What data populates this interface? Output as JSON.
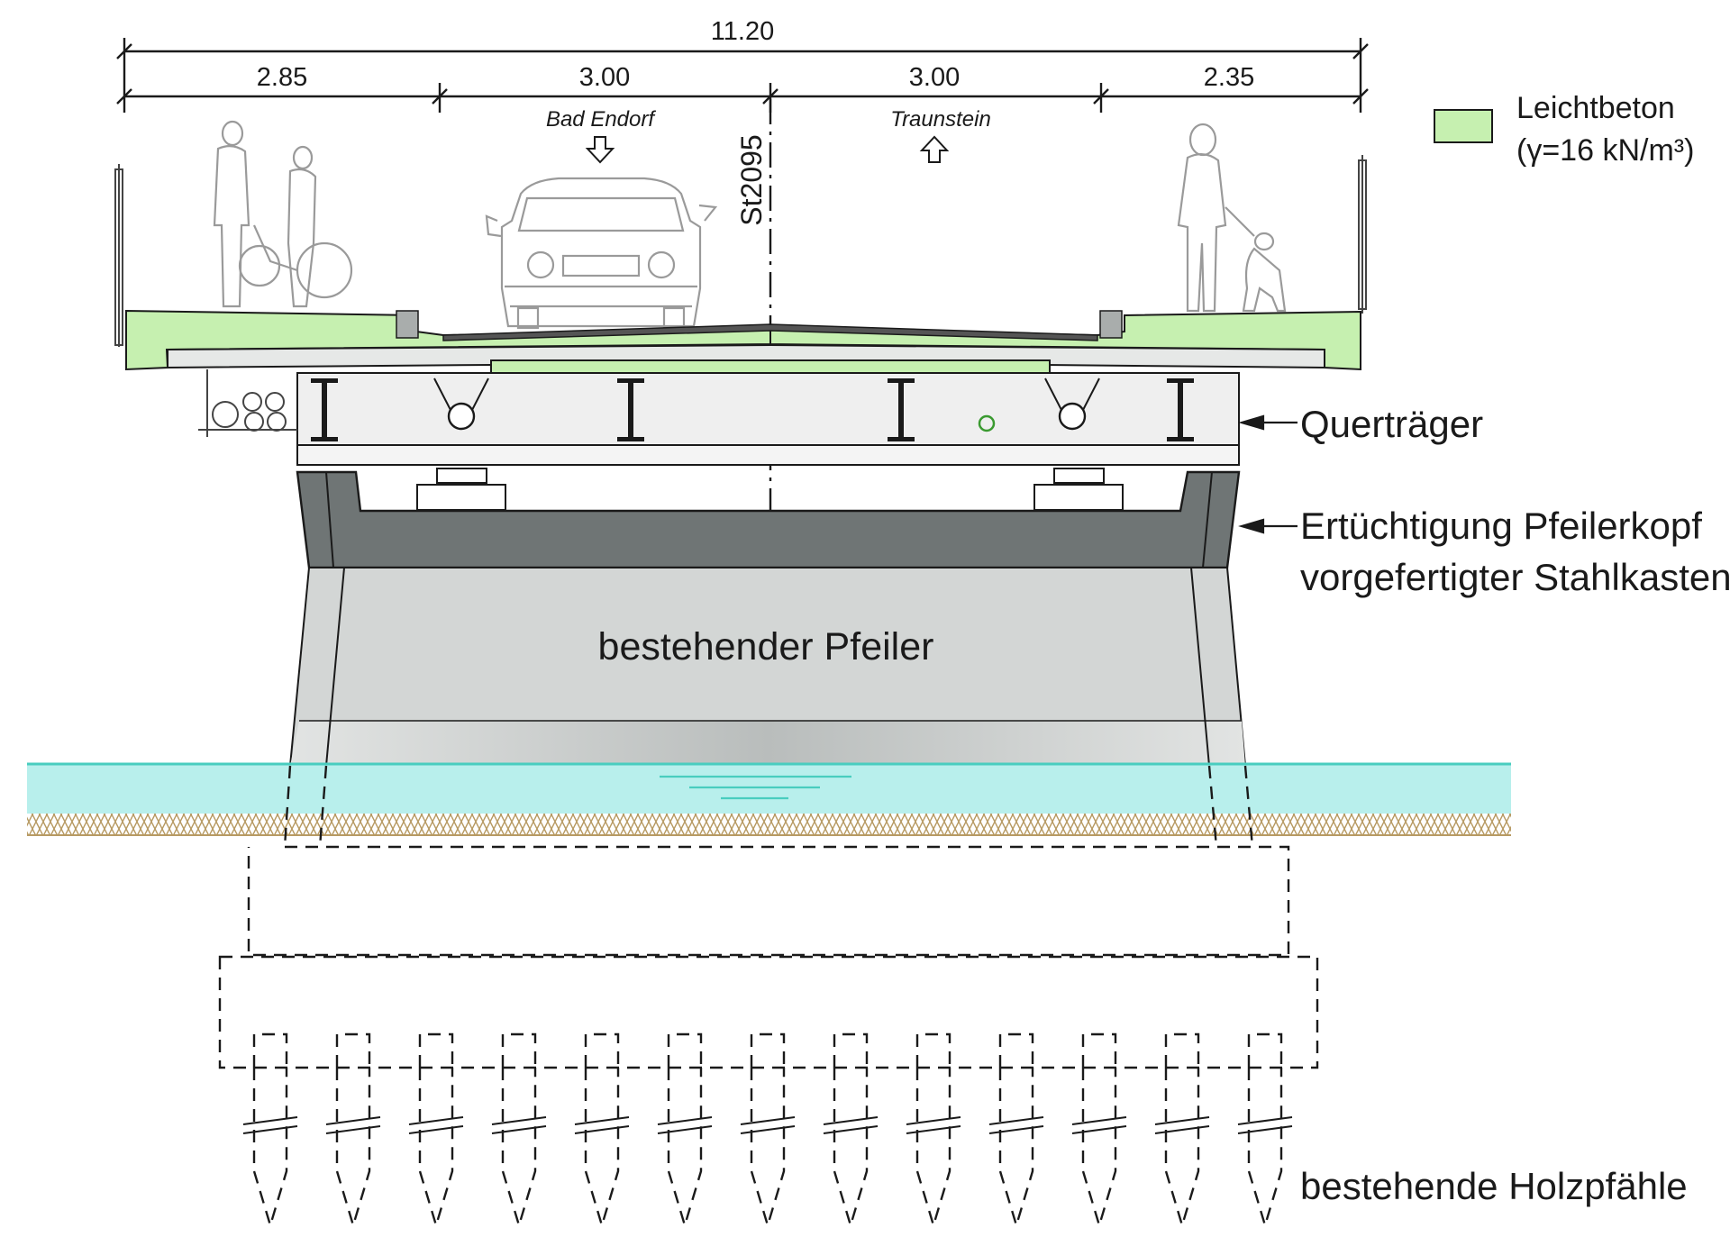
{
  "dimensions": {
    "total": "11.20",
    "segments": [
      "2.85",
      "3.00",
      "3.00",
      "2.35"
    ]
  },
  "directions": {
    "left": "Bad Endorf",
    "right": "Traunstein"
  },
  "road_label": "St2095",
  "legend": {
    "label_line1": "Leichtbeton",
    "label_line2": "(γ=16 kN/m³)",
    "color": "#c6f0b0"
  },
  "annotations": {
    "quertraeger": "Querträger",
    "pfeilerkopf_line1": "Ertüchtigung Pfeilerkopf",
    "pfeilerkopf_line2": "vorgefertigter Stahlkasten",
    "pfeiler": "bestehender Pfeiler",
    "holzpfaehle": "bestehende Holzpfähle"
  },
  "colors": {
    "lightweight_concrete": "#c6f0b0",
    "steel_box": "#6f7575",
    "pier": "#d3d6d5",
    "water": "#b8efec",
    "water_line": "#49cdbf",
    "soil_hatch": "#b79a63"
  },
  "icons": [
    "pedestrian-figures-icon",
    "car-icon",
    "pedestrian-dog-icon",
    "down-arrow-icon",
    "up-arrow-icon"
  ]
}
